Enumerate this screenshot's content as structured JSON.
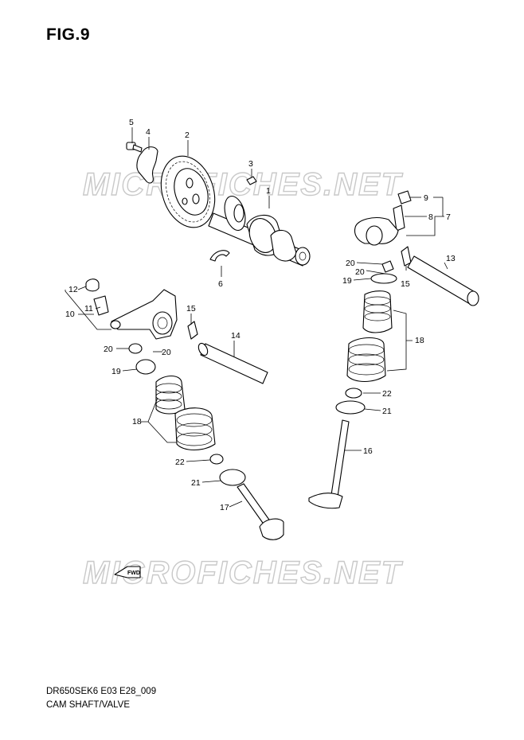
{
  "figure": {
    "title": "FIG.9",
    "watermark": "MICROFICHES.NET",
    "fwd_label": "FWD",
    "model_code": "DR650SEK6 E03 E28_009",
    "section_name": "CAM SHAFT/VALVE"
  },
  "callouts": {
    "n1": "1",
    "n2": "2",
    "n3": "3",
    "n4": "4",
    "n5": "5",
    "n6": "6",
    "n7": "7",
    "n8": "8",
    "n9": "9",
    "n10": "10",
    "n11": "11",
    "n12": "12",
    "n13": "13",
    "n14": "14",
    "n15a": "15",
    "n15b": "15",
    "n16": "16",
    "n17": "17",
    "n18a": "18",
    "n18b": "18",
    "n19a": "19",
    "n19b": "19",
    "n20a": "20",
    "n20b": "20",
    "n20c": "20",
    "n20d": "20",
    "n21a": "21",
    "n21b": "21",
    "n22a": "22",
    "n22b": "22"
  },
  "colors": {
    "ink": "#000000",
    "watermark": "#c9c9c9",
    "background": "#ffffff"
  }
}
